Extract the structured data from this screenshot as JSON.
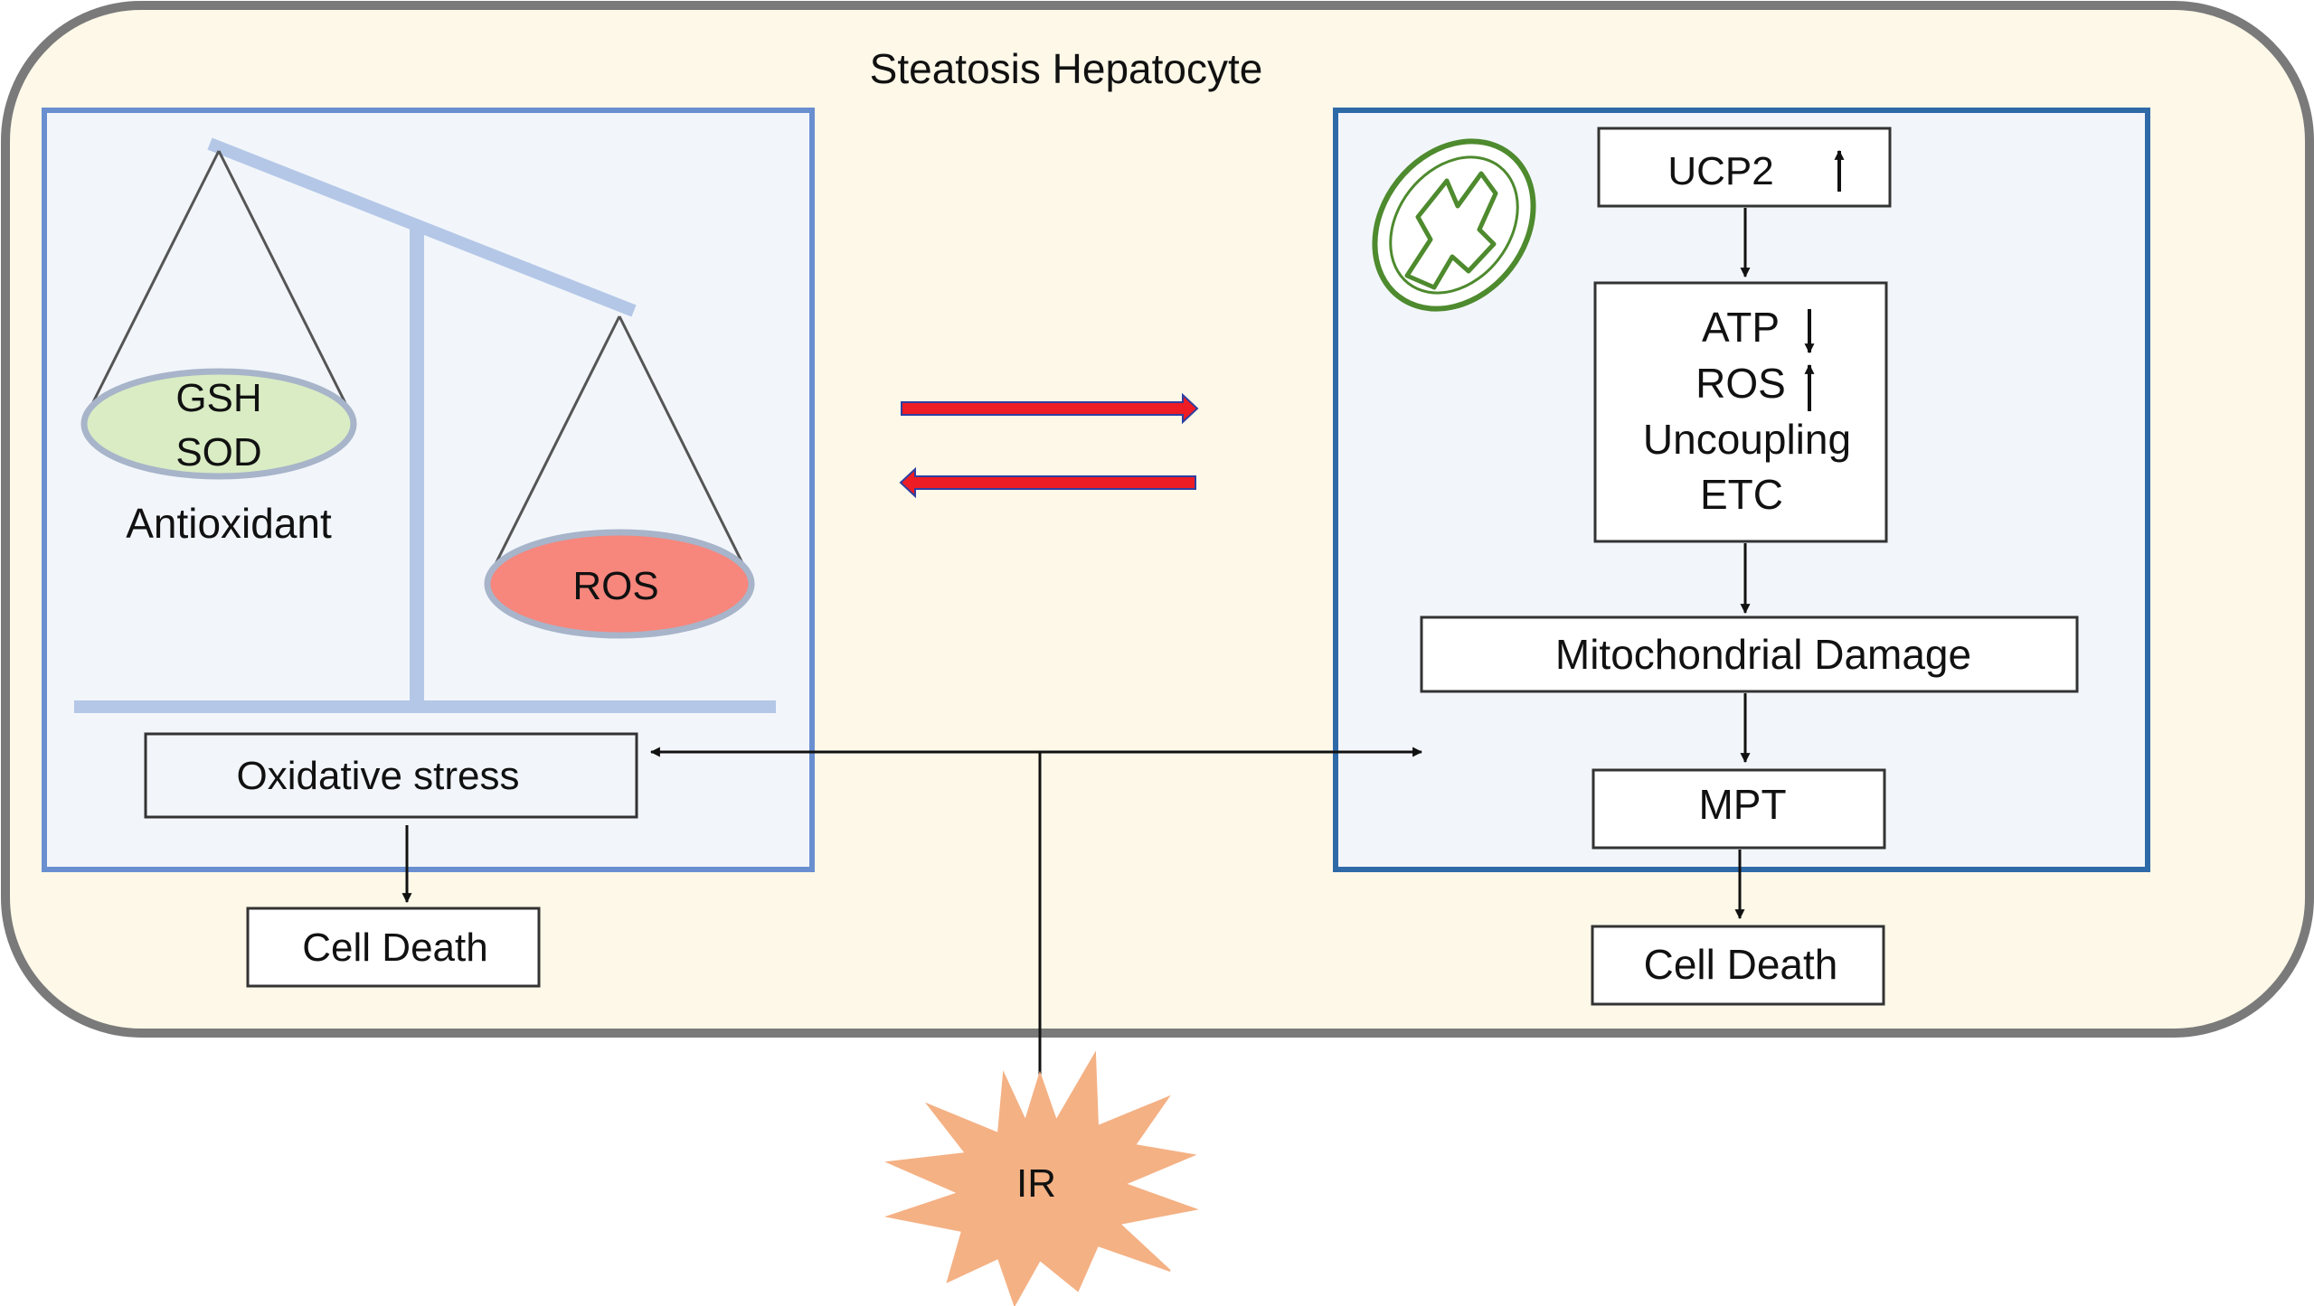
{
  "title": "Steatosis Hepatocyte",
  "left_panel": {
    "pan_left_line1": "GSH",
    "pan_left_line2": "SOD",
    "pan_left_caption": "Antioxidant",
    "pan_right_label": "ROS",
    "oxidative_stress": "Oxidative stress",
    "cell_death": "Cell Death"
  },
  "right_panel": {
    "ucp2": "UCP2",
    "effects": [
      "ATP",
      "ROS",
      "Uncoupling",
      "ETC"
    ],
    "mitochondrial_damage": "Mitochondrial Damage",
    "mpt": "MPT",
    "cell_death": "Cell Death"
  },
  "trigger": "IR",
  "colors": {
    "cell_fill": "#fdf8e8",
    "cell_border": "#7a7a7a",
    "panel_fill": "#f2f6fb",
    "left_panel_border": "#6a8fd0",
    "right_panel_border": "#2f6aa8",
    "scale": "#b4c7e7",
    "antioxidant_pan": "#d9ecc4",
    "ros_pan": "#f7867c",
    "equilibrium_arrow": "#ee1c24",
    "equilibrium_arrow_edge": "#2f3fa0",
    "mitochondrion": "#4e8a2e",
    "ir_burst": "#f4b184"
  }
}
